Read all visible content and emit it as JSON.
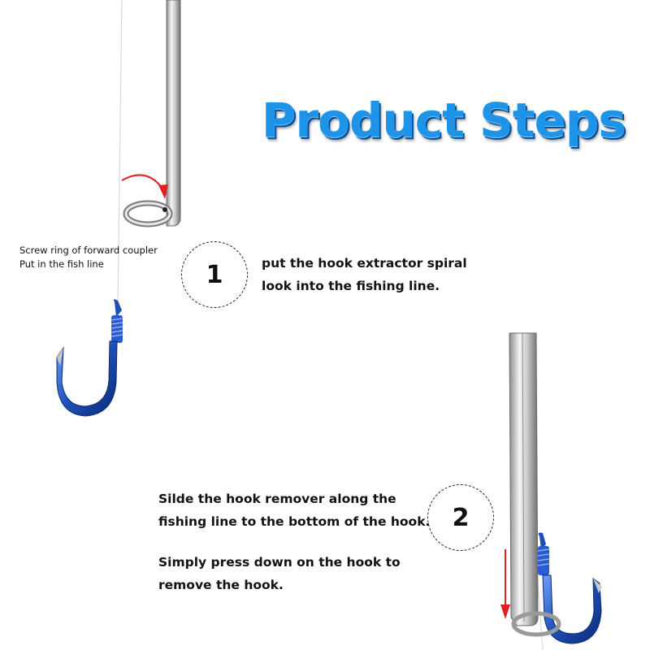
{
  "title": "Product Steps",
  "note": {
    "line1": "Screw ring of forward coupler",
    "line2": "Put in the fish line"
  },
  "steps": [
    {
      "number": "1",
      "lines": [
        "put the hook extractor spiral",
        "look into the fishing line."
      ]
    },
    {
      "number": "2",
      "lines": [
        "Silde the hook remover along the",
        "fishing line to the bottom of the hook."
      ],
      "extra_lines": [
        "Simply press down on the hook to",
        "remove the hook."
      ]
    }
  ],
  "colors": {
    "title": "#1f93e8",
    "hook": "#1e4fb5",
    "arrow": "#e02020",
    "rod": "#b8b8b8"
  }
}
